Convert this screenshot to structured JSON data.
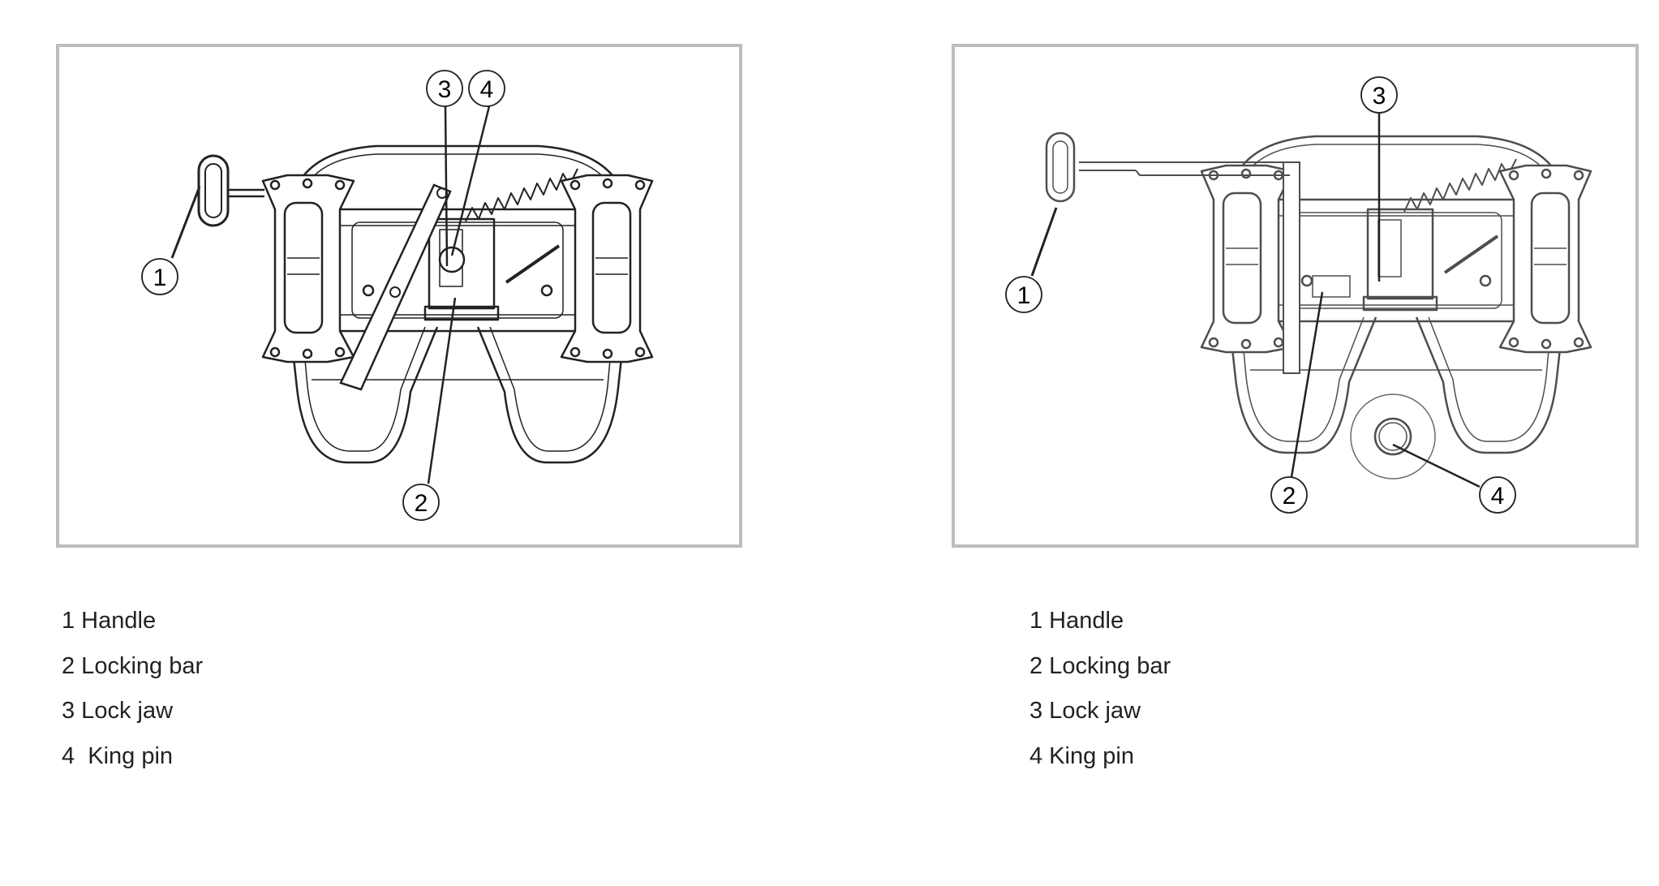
{
  "figures": [
    {
      "callouts": [
        "1",
        "2",
        "3",
        "4"
      ],
      "legend": [
        "1 Handle",
        "2 Locking bar",
        "3 Lock jaw",
        "4  King pin"
      ]
    },
    {
      "callouts": [
        "1",
        "2",
        "3",
        "4"
      ],
      "legend": [
        "1 Handle",
        "2 Locking bar",
        "3 Lock jaw",
        "4 King pin"
      ]
    }
  ],
  "colors": {
    "frame_border": "#bdbdbd",
    "line": "#222222"
  }
}
